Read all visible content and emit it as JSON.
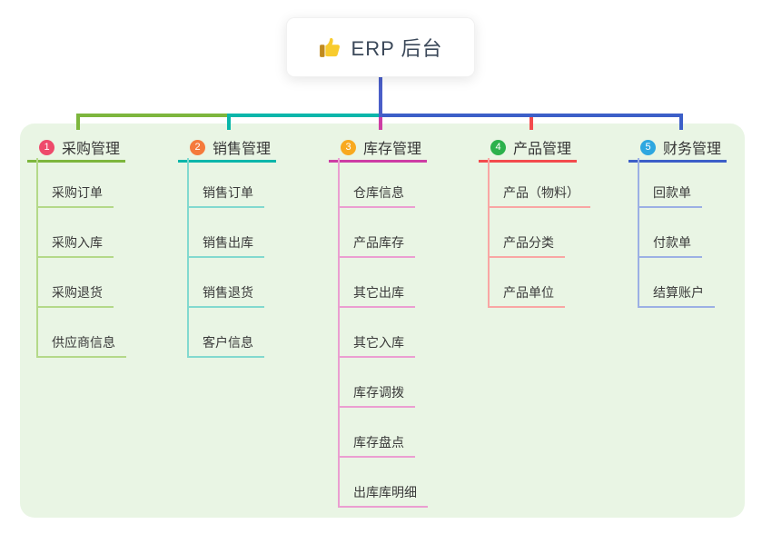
{
  "root": {
    "title": "ERP 后台",
    "icon": "thumbs-up-icon"
  },
  "canvas": {
    "background": "#ffffff",
    "panel_color": "#e9f5e4",
    "root_stem_color": "#4a5ec8"
  },
  "branches": [
    {
      "number": "1",
      "label": "采购管理",
      "badge_color": "#ee4a6b",
      "line_color": "#7db63d",
      "child_line_color": "#b4d989",
      "items": [
        "采购订单",
        "采购入库",
        "采购退货",
        "供应商信息"
      ]
    },
    {
      "number": "2",
      "label": "销售管理",
      "badge_color": "#f57a3c",
      "line_color": "#0ab6aa",
      "child_line_color": "#82d9cf",
      "items": [
        "销售订单",
        "销售出库",
        "销售退货",
        "客户信息"
      ]
    },
    {
      "number": "3",
      "label": "库存管理",
      "badge_color": "#f8a91f",
      "line_color": "#cd3da4",
      "child_line_color": "#eb9ed1",
      "items": [
        "仓库信息",
        "产品库存",
        "其它出库",
        "其它入库",
        "库存调拨",
        "库存盘点",
        "出库库明细"
      ]
    },
    {
      "number": "4",
      "label": "产品管理",
      "badge_color": "#2cb14c",
      "line_color": "#f34b4d",
      "child_line_color": "#f9a6a4",
      "items": [
        "产品（物料）",
        "产品分类",
        "产品单位"
      ]
    },
    {
      "number": "5",
      "label": "财务管理",
      "badge_color": "#2ea7e0",
      "line_color": "#3c5fc8",
      "child_line_color": "#9cb0e4",
      "items": [
        "回款单",
        "付款单",
        "结算账户"
      ]
    }
  ]
}
